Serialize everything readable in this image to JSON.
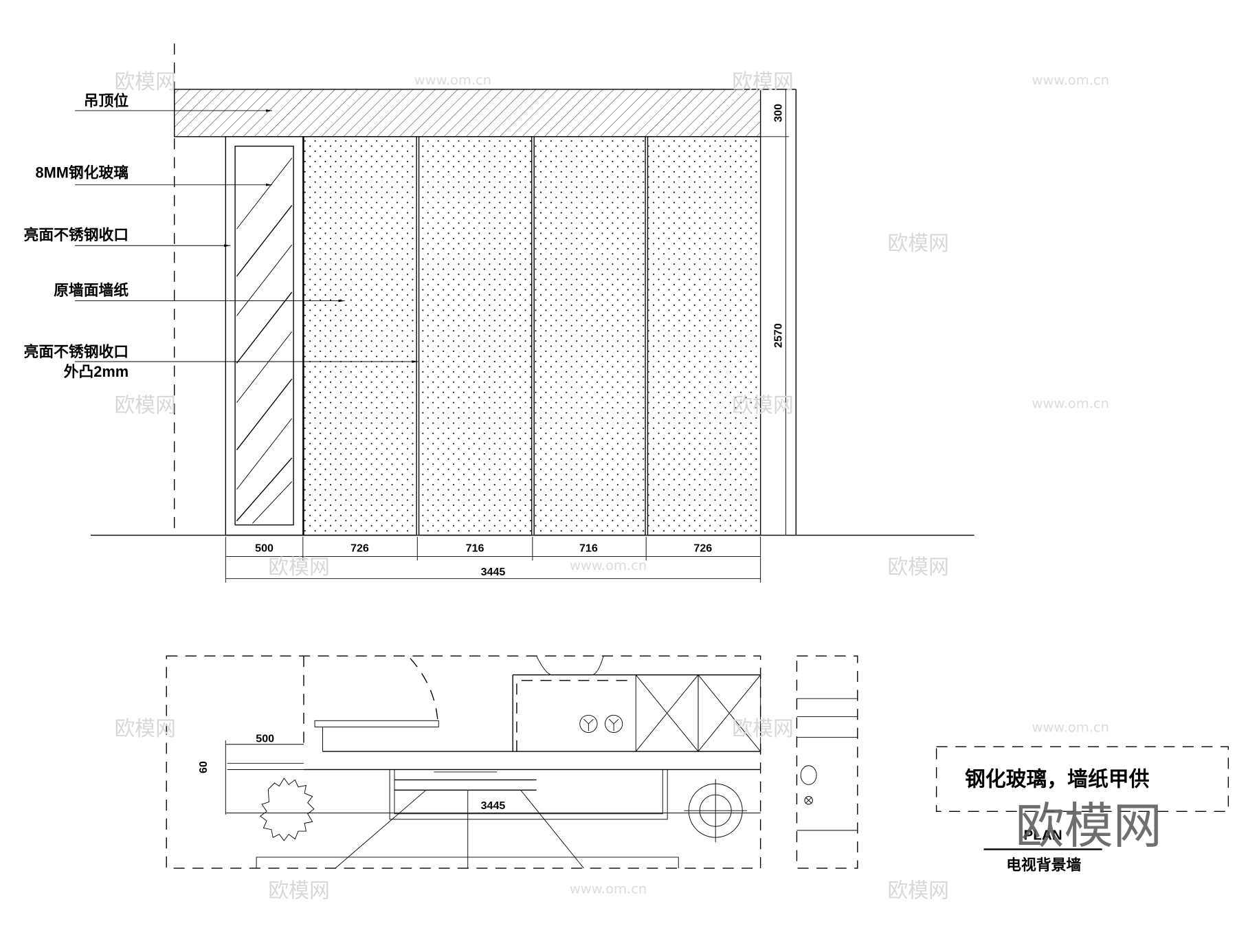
{
  "elevation": {
    "labels": {
      "ceiling": "吊顶位",
      "glass": "8MM钢化玻璃",
      "trim1": "亮面不锈钢收口",
      "wallpaper": "原墙面墙纸",
      "trim2": "亮面不锈钢收口",
      "trim2_note": "外凸2mm"
    },
    "dimensions": {
      "ceiling_height": "300",
      "wall_height": "2570",
      "segments": [
        "500",
        "726",
        "716",
        "716",
        "726"
      ],
      "total": "3445"
    }
  },
  "plan": {
    "dim_500": "500",
    "dim_60": "60",
    "dim_total": "3445"
  },
  "note": "钢化玻璃，墙纸甲供",
  "title": {
    "label": "PLAN",
    "name": "电视背景墙"
  },
  "watermarks": {
    "logo": "欧模网",
    "url": "www.om.cn"
  }
}
